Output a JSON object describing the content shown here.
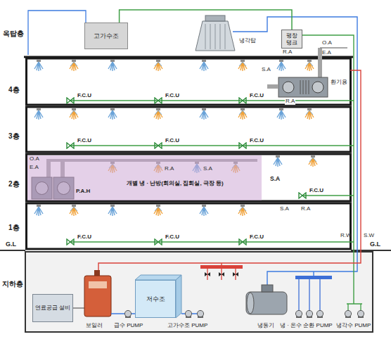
{
  "diagram": {
    "nodes": [
      {
        "text": [
          "고가수조"
        ]
      },
      {
        "text": [
          "팽창 탱크"
        ]
      },
      {
        "text": [
          "개별 냉 · 난방(회의실, 집회실, 극장 등)"
        ]
      },
      {
        "text": [
          "연료공급 설비"
        ]
      },
      {
        "text": [
          "저수조"
        ]
      }
    ],
    "edges": [
      {
        "from": 0,
        "to": 1,
        "arrow": "none"
      }
    ],
    "labels": [
      "옥탑층",
      "4층",
      "3층",
      "2층",
      "1층",
      "G.L",
      "G.L",
      "지하층",
      "냉각탑",
      "R.A",
      "O.A",
      "E.A",
      "S.A",
      "F.C.U",
      "F.C.U",
      "F.C.U",
      "R.A",
      "환기용",
      "F.C.U",
      "F.C.U",
      "F.C.U",
      "O.A",
      "E.A",
      "P.A.H",
      "R.A",
      "S.A",
      "S.A",
      "F.C.U",
      "S.A",
      "R.A",
      "F.C.U",
      "F.C.U",
      "F.C.U",
      "R.W",
      "S.W",
      "보일러",
      "급수 PUMP",
      "고가수조 PUMP",
      "냉동기",
      "냉 · 온수 순환 PUMP",
      "냉각수 PUMP"
    ]
  }
}
